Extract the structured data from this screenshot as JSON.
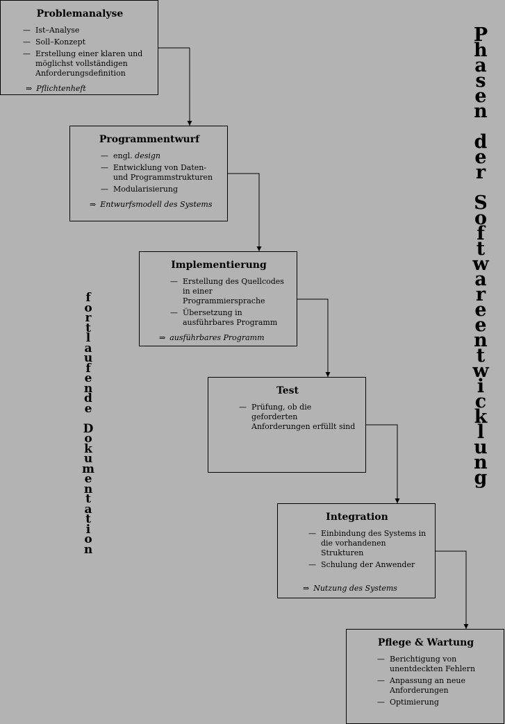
{
  "phases": [
    {
      "id": "problemanalyse",
      "title": "Problemanalyse",
      "items": [
        {
          "text": "Ist–Analyse"
        },
        {
          "text": "Soll–Konzept"
        },
        {
          "text": "Erstellung einer klaren und möglichst vollständigen Anforderungsdefinition"
        }
      ],
      "result": "Pflichtenheft"
    },
    {
      "id": "programmentwurf",
      "title": "Programmentwurf",
      "items": [
        {
          "text": "engl. ",
          "italic": "design"
        },
        {
          "text": "Entwicklung von Daten- und Programmstrukturen"
        },
        {
          "text": "Modularisierung"
        }
      ],
      "result": "Entwurfsmodell des Systems"
    },
    {
      "id": "implementierung",
      "title": "Implementierung",
      "items": [
        {
          "text": "Erstellung des Quellcodes in einer Programmiersprache"
        },
        {
          "text": "Übersetzung in ausführbares Programm"
        }
      ],
      "result": "ausführbares Programm"
    },
    {
      "id": "test",
      "title": "Test",
      "items": [
        {
          "text": "Prüfung, ob die geforderten Anforderungen erfüllt sind"
        }
      ],
      "result": ""
    },
    {
      "id": "integration",
      "title": "Integration",
      "items": [
        {
          "text": "Einbindung des Systems in die vorhandenen Strukturen"
        },
        {
          "text": "Schulung der Anwender"
        }
      ],
      "result": "Nutzung des Systems"
    },
    {
      "id": "pflege",
      "title": "Pflege & Wartung",
      "items": [
        {
          "text": "Berichtigung von unentdeckten Fehlern"
        },
        {
          "text": "Anpassung an neue Anforderungen"
        },
        {
          "text": "Optimierung"
        }
      ],
      "result": ""
    }
  ],
  "side_labels": {
    "left": "fortlaufende Dokumentation",
    "right": "Phasen der Softwareentwicklung"
  },
  "symbols": {
    "dash": "—",
    "implies": "⇒"
  },
  "colors": {
    "background": "#b3b3b3",
    "line": "#000000"
  }
}
